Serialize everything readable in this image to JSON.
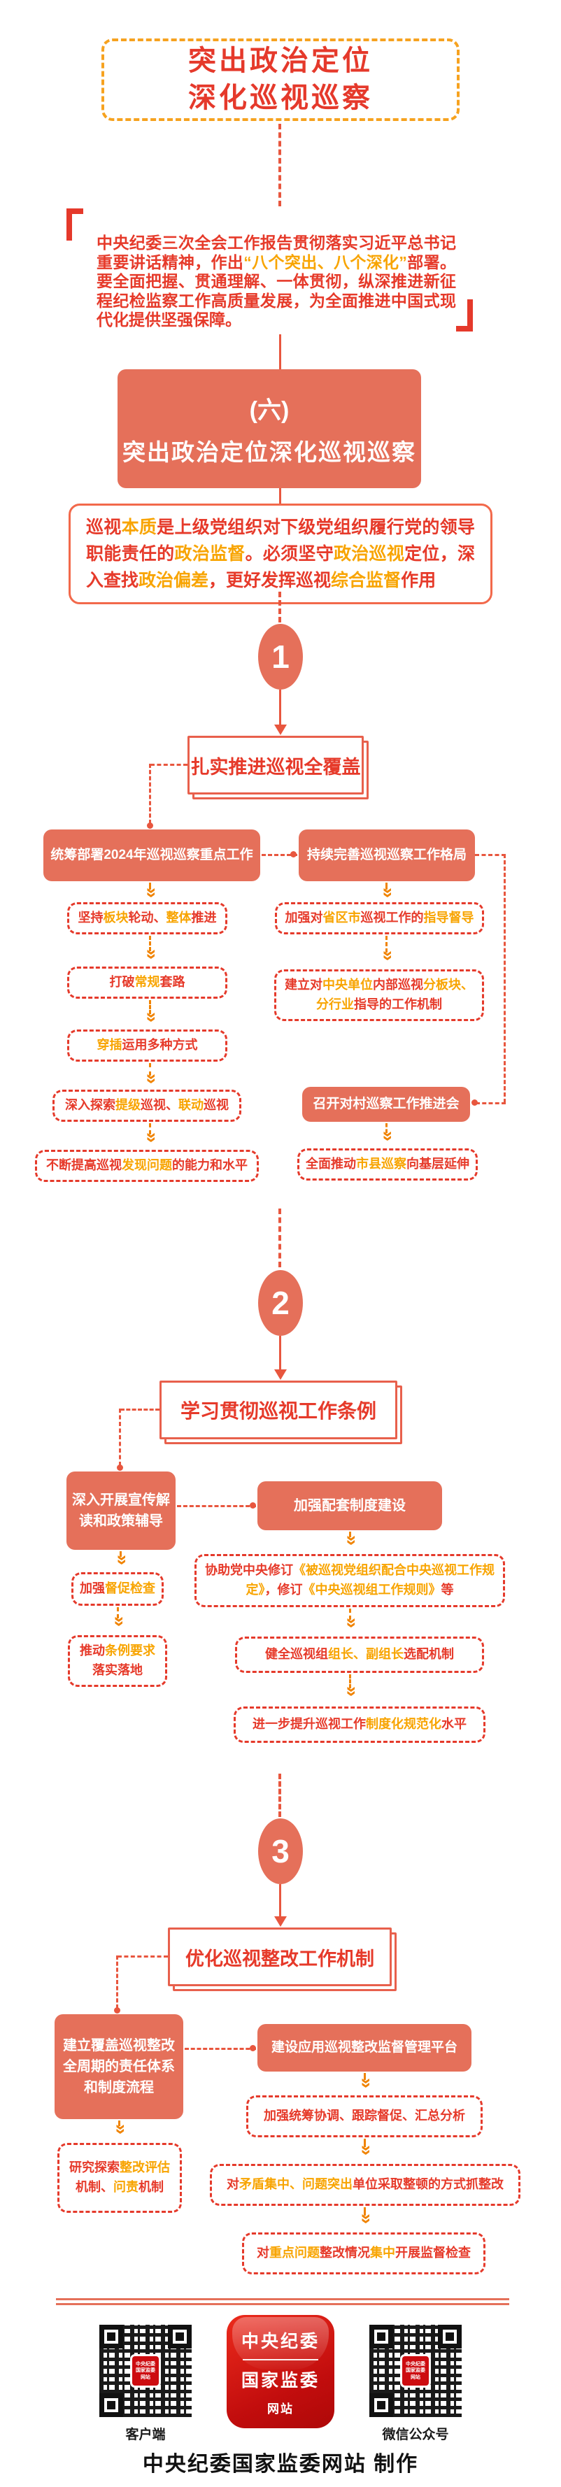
{
  "colors": {
    "red": "#e63a2a",
    "orange": "#f8a400",
    "salmon": "#e5705a",
    "gold_border": "#f6a21f",
    "connector": "#e8563e",
    "arrow_orange": "#f08300"
  },
  "banner": {
    "lines": [
      "突出政治定位",
      "深化巡视巡察"
    ]
  },
  "quote": {
    "segments": [
      {
        "t": "中央纪委三次全会工作报告贯彻落实习近平总书记重要讲话精神，作出",
        "c": "red"
      },
      {
        "t": "“八个突出、八个深化”",
        "c": "orange"
      },
      {
        "t": "部署。要全面把握、贯通理解、一体贯彻，纵深推进新征程纪检监察工作高质量发展，为全面推进中国式现代化提供坚强保障。",
        "c": "red"
      }
    ]
  },
  "badge": {
    "line1": "(六)",
    "line2": "突出政治定位深化巡视巡察"
  },
  "intro": {
    "segments": [
      {
        "t": "巡视",
        "c": "red"
      },
      {
        "t": "本质",
        "c": "orange"
      },
      {
        "t": "是上级党组织对下级党组织履行党的领导职能责任的",
        "c": "red"
      },
      {
        "t": "政治监督",
        "c": "orange"
      },
      {
        "t": "。必须坚守",
        "c": "red"
      },
      {
        "t": "政治巡视",
        "c": "orange"
      },
      {
        "t": "定位，深入查找",
        "c": "red"
      },
      {
        "t": "政治偏差",
        "c": "orange"
      },
      {
        "t": "，更好发挥巡视",
        "c": "red"
      },
      {
        "t": "综合监督",
        "c": "orange"
      },
      {
        "t": "作用",
        "c": "red"
      }
    ]
  },
  "steps": [
    {
      "num": "1",
      "title": "扎实推进巡视全覆盖",
      "left_head": "统筹部署2024年巡视巡察重点工作",
      "right_head": "持续完善巡视巡察工作格局",
      "left_items": [
        {
          "segments": [
            {
              "t": "坚持",
              "c": "red"
            },
            {
              "t": "板块",
              "c": "orange"
            },
            {
              "t": "轮动、",
              "c": "red"
            },
            {
              "t": "整体",
              "c": "orange"
            },
            {
              "t": "推进",
              "c": "red"
            }
          ]
        },
        {
          "segments": [
            {
              "t": "打破",
              "c": "red"
            },
            {
              "t": "常规",
              "c": "orange"
            },
            {
              "t": "套路",
              "c": "red"
            }
          ]
        },
        {
          "segments": [
            {
              "t": "穿插",
              "c": "orange"
            },
            {
              "t": "运用多种方式",
              "c": "red"
            }
          ]
        },
        {
          "segments": [
            {
              "t": "深入探索",
              "c": "red"
            },
            {
              "t": "提级",
              "c": "orange"
            },
            {
              "t": "巡视、",
              "c": "red"
            },
            {
              "t": "联动",
              "c": "orange"
            },
            {
              "t": "巡视",
              "c": "red"
            }
          ]
        },
        {
          "segments": [
            {
              "t": "不断提高巡视",
              "c": "red"
            },
            {
              "t": "发现问题",
              "c": "orange"
            },
            {
              "t": "的能力和水平",
              "c": "red"
            }
          ]
        }
      ],
      "right_items": [
        {
          "segments": [
            {
              "t": "加强对",
              "c": "red"
            },
            {
              "t": "省区市",
              "c": "orange"
            },
            {
              "t": "巡视工作的",
              "c": "red"
            },
            {
              "t": "指导督导",
              "c": "orange"
            }
          ]
        },
        {
          "segments": [
            {
              "t": "建立对",
              "c": "red"
            },
            {
              "t": "中央单位",
              "c": "orange"
            },
            {
              "t": "内部巡视",
              "c": "red"
            },
            {
              "t": "分板块、分行业",
              "c": "orange"
            },
            {
              "t": "指导的工作机制",
              "c": "red"
            }
          ]
        }
      ],
      "meeting": "召开对村巡察工作推进会",
      "last": {
        "segments": [
          {
            "t": "全面推动",
            "c": "red"
          },
          {
            "t": "市县巡察",
            "c": "orange"
          },
          {
            "t": "向基层延伸",
            "c": "red"
          }
        ]
      }
    },
    {
      "num": "2",
      "title": "学习贯彻巡视工作条例",
      "left_head": "深入开展宣传解读和政策辅导",
      "right_head": "加强配套制度建设",
      "left_items": [
        {
          "segments": [
            {
              "t": "加强",
              "c": "red"
            },
            {
              "t": "督促检查",
              "c": "orange"
            }
          ]
        },
        {
          "segments": [
            {
              "t": "推动",
              "c": "red"
            },
            {
              "t": "条例要求",
              "c": "orange"
            },
            {
              "t": "落实落地",
              "c": "red"
            }
          ]
        }
      ],
      "right_items": [
        {
          "segments": [
            {
              "t": "协助党中央修订",
              "c": "red"
            },
            {
              "t": "《被巡视党组织配合中央巡视工作规定》",
              "c": "orange"
            },
            {
              "t": "，修订",
              "c": "red"
            },
            {
              "t": "《中央巡视组工作规则》",
              "c": "orange"
            },
            {
              "t": "等",
              "c": "red"
            }
          ]
        },
        {
          "segments": [
            {
              "t": "健全巡视组",
              "c": "red"
            },
            {
              "t": "组长、副组长",
              "c": "orange"
            },
            {
              "t": "选配机制",
              "c": "red"
            }
          ]
        },
        {
          "segments": [
            {
              "t": "进一步提升巡视工作",
              "c": "red"
            },
            {
              "t": "制度化规范化",
              "c": "orange"
            },
            {
              "t": "水平",
              "c": "red"
            }
          ]
        }
      ]
    },
    {
      "num": "3",
      "title": "优化巡视整改工作机制",
      "left_head": "建立覆盖巡视整改全周期的责任体系和制度流程",
      "right_head": "建设应用巡视整改监督管理平台",
      "left_items": [
        {
          "segments": [
            {
              "t": "研究探索",
              "c": "red"
            },
            {
              "t": "整改评估",
              "c": "orange"
            },
            {
              "t": "机制、",
              "c": "red"
            },
            {
              "t": "问责",
              "c": "orange"
            },
            {
              "t": "机制",
              "c": "red"
            }
          ]
        }
      ],
      "right_items": [
        {
          "segments": [
            {
              "t": "加强统筹协调、跟踪督促、汇总分析",
              "c": "red"
            }
          ]
        },
        {
          "segments": [
            {
              "t": "对",
              "c": "red"
            },
            {
              "t": "矛盾集中、问题突出",
              "c": "orange"
            },
            {
              "t": "单位采取整顿的方式抓整改",
              "c": "red"
            }
          ]
        },
        {
          "segments": [
            {
              "t": "对",
              "c": "red"
            },
            {
              "t": "重点问题",
              "c": "orange"
            },
            {
              "t": "整改情况",
              "c": "red"
            },
            {
              "t": "集中",
              "c": "orange"
            },
            {
              "t": "开展监督检查",
              "c": "red"
            }
          ]
        }
      ]
    }
  ],
  "footer": {
    "app_label": "客户端",
    "wechat_label": "微信公众号",
    "logo_lines": [
      "中央纪委",
      "国家监委",
      "网站"
    ],
    "credit": "中央纪委国家监委网站 制作"
  }
}
